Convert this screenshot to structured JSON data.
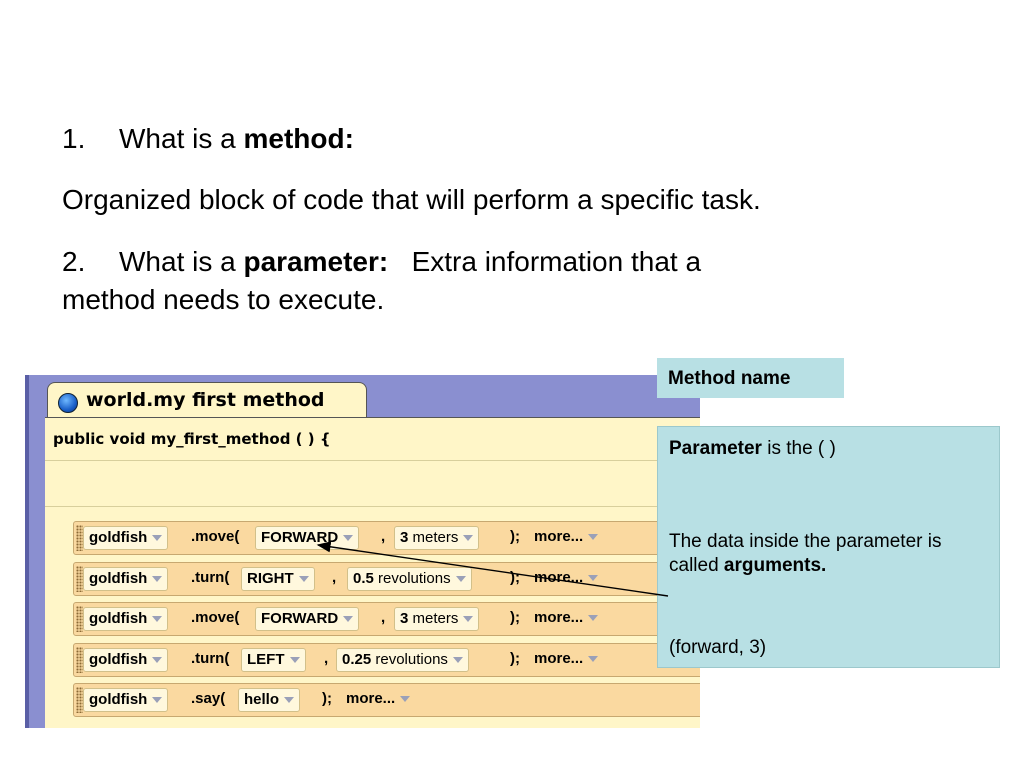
{
  "slide": {
    "q1": {
      "num": "1.",
      "prefix": "What is a ",
      "term": "method:"
    },
    "def1": "Organized block of code that will perform a specific task.",
    "q2": {
      "num": "2.",
      "prefix": "What is a ",
      "term": "parameter:",
      "answer_line1": "Extra information that a",
      "answer_line2": "method needs to execute."
    }
  },
  "editor": {
    "tab_title": "world.my first method",
    "tab_icon": "globe-icon",
    "signature": "public void my_first_method ( ) {",
    "statements": [
      {
        "object": "goldfish",
        "method": ".move(",
        "arg1": "FORWARD",
        "sep": ",",
        "arg2_value": "3",
        "arg2_unit": "meters",
        "close": ");",
        "more": "more..."
      },
      {
        "object": "goldfish",
        "method": ".turn(",
        "arg1": "RIGHT",
        "sep": ",",
        "arg2_value": "0.5",
        "arg2_unit": "revolutions",
        "close": ");",
        "more": "more..."
      },
      {
        "object": "goldfish",
        "method": ".move(",
        "arg1": "FORWARD",
        "sep": ",",
        "arg2_value": "3",
        "arg2_unit": "meters",
        "close": ");",
        "more": "more..."
      },
      {
        "object": "goldfish",
        "method": ".turn(",
        "arg1": "LEFT",
        "sep": ",",
        "arg2_value": "0.25",
        "arg2_unit": "revolutions",
        "close": ");",
        "more": "more..."
      },
      {
        "object": "goldfish",
        "method": ".say(",
        "arg1": "hello",
        "close": ");",
        "more": "more..."
      }
    ]
  },
  "callouts": {
    "method_name": "Method name",
    "parameter_term": "Parameter",
    "parameter_rest": " is the ( )",
    "arguments_prefix": "The data inside the parameter is called ",
    "arguments_term": "arguments.",
    "example": "(forward, 3)"
  },
  "colors": {
    "editor_bg": "#8a8fd0",
    "method_bg": "#fff6c8",
    "statement_bg": "#fad9a0",
    "callout_bg": "#b8e0e4"
  }
}
